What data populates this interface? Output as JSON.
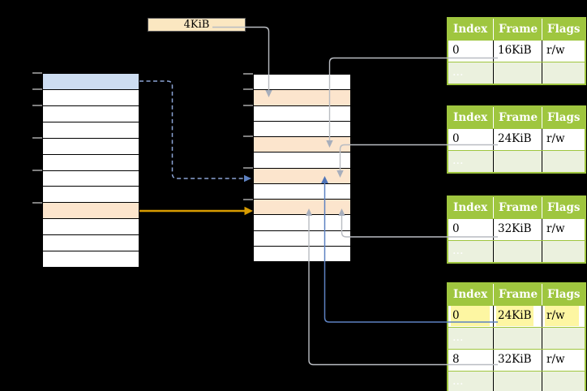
{
  "colors": {
    "background": "#000000",
    "cell_blue": "#cdddf1",
    "cell_orange": "#fce5cd",
    "label_fill": "#fbe7c1",
    "table_green": "#9fc63f",
    "table_row_green": "#ebf1de",
    "highlight_yellow": "#fdf6a2",
    "arrow_gray": "#b9bcc2",
    "arrow_blue": "#5d81c1",
    "arrow_blue_dashed": "#8ba3d4",
    "arrow_amber": "#d79b00"
  },
  "size_label": {
    "text": "4KiB"
  },
  "left_column": {
    "rows": [
      "blue",
      "white",
      "white",
      "white",
      "white",
      "white",
      "white",
      "white",
      "orange",
      "white",
      "white",
      "white"
    ]
  },
  "middle_column": {
    "rows": [
      "white",
      "orange",
      "white",
      "white",
      "orange",
      "white",
      "orange",
      "white",
      "orange",
      "white",
      "white",
      "white"
    ]
  },
  "tables": [
    {
      "headers": [
        "Index",
        "Frame",
        "Flags"
      ],
      "rows": [
        {
          "variant": "white",
          "cells": [
            "0",
            "16KiB",
            "r/w"
          ]
        },
        {
          "variant": "green",
          "cells": [
            "…",
            "",
            ""
          ]
        }
      ]
    },
    {
      "headers": [
        "Index",
        "Frame",
        "Flags"
      ],
      "rows": [
        {
          "variant": "white",
          "cells": [
            "0",
            "24KiB",
            "r/w"
          ]
        },
        {
          "variant": "green",
          "cells": [
            "…",
            "",
            ""
          ]
        }
      ]
    },
    {
      "headers": [
        "Index",
        "Frame",
        "Flags"
      ],
      "rows": [
        {
          "variant": "white",
          "cells": [
            "0",
            "32KiB",
            "r/w"
          ]
        },
        {
          "variant": "green",
          "cells": [
            "…",
            "",
            ""
          ]
        }
      ]
    },
    {
      "headers": [
        "Index",
        "Frame",
        "Flags"
      ],
      "rows": [
        {
          "variant": "white",
          "highlighted": true,
          "cells": [
            "0",
            "24KiB",
            "r/w"
          ]
        },
        {
          "variant": "green",
          "cells": [
            "…",
            "",
            ""
          ]
        },
        {
          "variant": "white",
          "cells": [
            "8",
            "32KiB",
            "r/w"
          ]
        },
        {
          "variant": "green",
          "cells": [
            "…",
            "",
            ""
          ]
        }
      ]
    }
  ]
}
